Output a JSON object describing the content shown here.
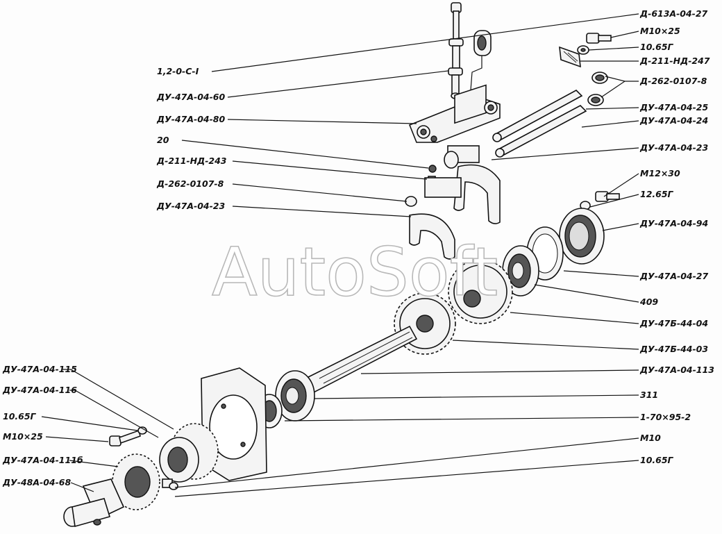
{
  "watermark": "AutoSoft",
  "labels_right": [
    "Д-613А-04-27",
    "М10×25",
    "10.65Г",
    "Д-211-НД-247",
    "Д-262-0107-8",
    "ДУ-47А-04-25",
    "ДУ-47А-04-24",
    "ДУ-47А-04-23",
    "М12×30",
    "12.65Г",
    "ДУ-47А-04-94",
    "ДУ-47А-04-27",
    "409",
    "ДУ-47Б-44-04",
    "ДУ-47Б-44-03",
    "ДУ-47А-04-113",
    "311",
    "1-70×95-2",
    "М10",
    "10.65Г"
  ],
  "labels_left_top": [
    "1,2-0-С-I",
    "ДУ-47А-04-60",
    "ДУ-47А-04-80",
    "20",
    "Д-211-НД-243",
    "Д-262-0107-8",
    "ДУ-47А-04-23"
  ],
  "labels_left_bottom": [
    "ДУ-47А-04-115",
    "ДУ-47А-04-116",
    "10.65Г",
    "М10×25",
    "ДУ-47А-04-111б",
    "ДУ-48А-04-68"
  ]
}
